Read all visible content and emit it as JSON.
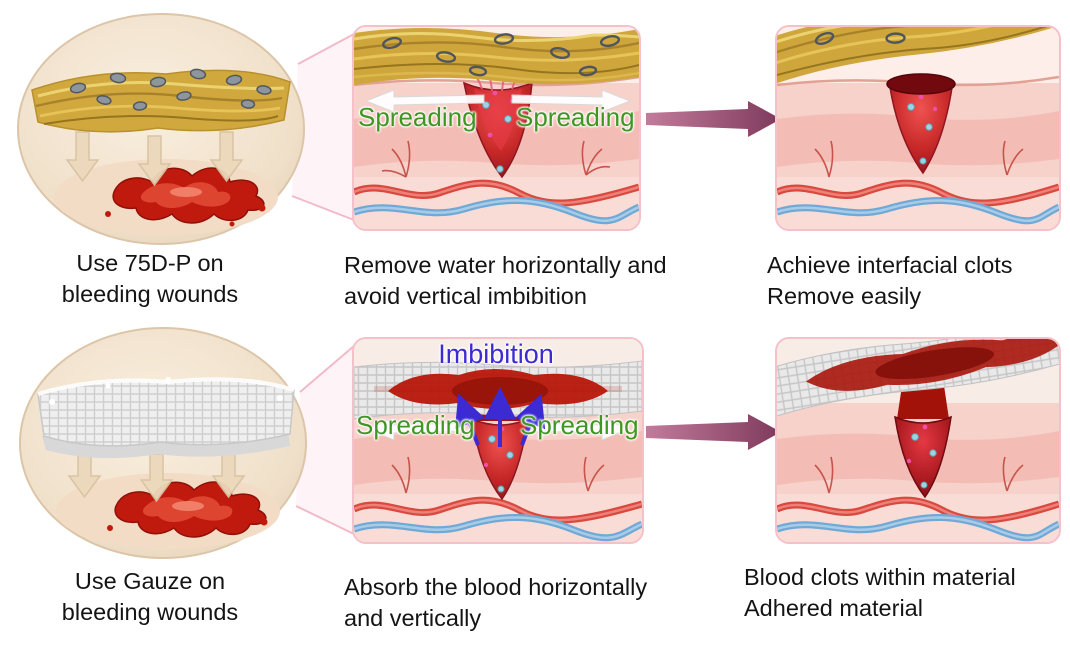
{
  "figure": {
    "top_row": {
      "left": {
        "caption": [
          "Use 75D-P on",
          "bleeding wounds"
        ]
      },
      "middle": {
        "label_left": "Spreading",
        "label_right": "Spreading",
        "caption": [
          "Remove water horizontally and",
          "avoid vertical imbibition"
        ]
      },
      "right": {
        "caption": [
          "Achieve interfacial clots",
          "Remove easily"
        ]
      }
    },
    "bottom_row": {
      "left": {
        "caption": [
          "Use Gauze on",
          "bleeding wounds"
        ]
      },
      "middle": {
        "label_top": "Imbibition",
        "label_left": "Spreading",
        "label_right": "Spreading",
        "caption": [
          "Absorb the blood horizontally",
          "and vertically"
        ]
      },
      "right": {
        "caption": [
          "Blood clots within material",
          "Adhered material"
        ]
      }
    },
    "colors": {
      "spreading_label": "#3f9623",
      "imbibition_label": "#3c2bd3",
      "flow_arrow": "#9c4a6e",
      "panel_border": "#f5c0c9"
    }
  }
}
